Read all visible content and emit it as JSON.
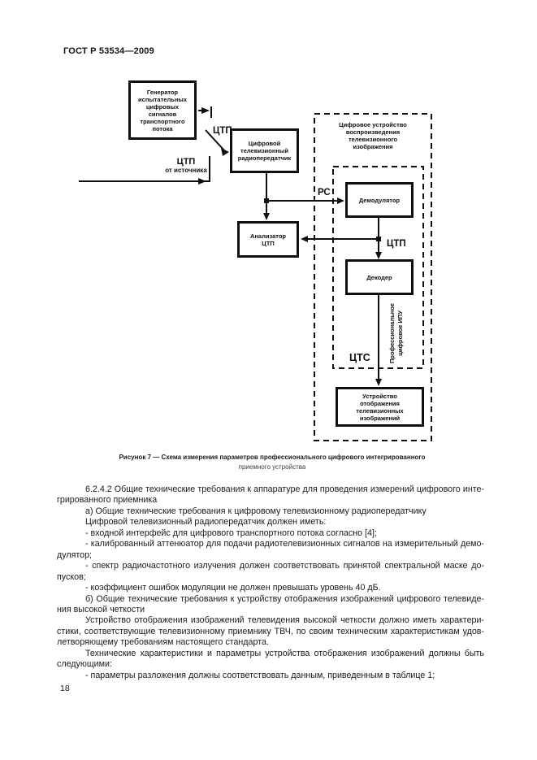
{
  "page": {
    "header": "ГОСТ Р 53534—2009",
    "page_number": "18"
  },
  "figure": {
    "boxes": {
      "generator": "Генератор\nиспытательных\nцифровых\nсигналов\nтранспортного\nпотока",
      "transmitter": "Цифровой\nтелевизионный\nрадиопередатчик",
      "analyzer": "Анализатор\nЦТП",
      "demodulator": "Демодулятор",
      "decoder": "Декодер",
      "display": "Устройство\nотображения\nтелевизионных\nизображений",
      "playback_device": "Цифровое устройство\nвоспроизведения\nтелевизионного\nизображения"
    },
    "labels": {
      "ctp_switch": "ЦТП",
      "source_line1": "ЦТП",
      "source_line2": "от источника",
      "rs": "РС",
      "ctp_decoder": "ЦТП",
      "cts": "ЦТС",
      "ipu_vertical": "Профессиональное\nцифровое ИПУ"
    },
    "caption_line1": "Рисунок 7 — Схема измерения параметров профессионального цифрового интегрированного",
    "caption_line2": "приемного устройства"
  },
  "body": {
    "paragraphs": [
      [
        "6.2.4.2 Общие технические требования к аппаратуре для проведения измерений цифрового инте-",
        "грированного приемника"
      ],
      [
        "а) Общие технические требования к цифровому телевизионному радиопередатчику"
      ],
      [
        "Цифровой телевизионный радиопередатчик должен иметь:"
      ],
      [
        "- входной интерфейс для цифрового транспортного потока согласно [4];"
      ],
      [
        "- калиброванный аттенюатор для подачи радиотелевизионных сигналов на измерительный демо-",
        "дулятор;"
      ],
      [
        "- спектр радиочастотного излучения должен соответствовать принятой спектральной маске до-",
        "пусков;"
      ],
      [
        "- коэффициент ошибок модуляции не должен превышать уровень 40 дБ."
      ],
      [
        "б) Общие технические требования к устройству отображения изображений цифрового телевиде-",
        "ния высокой четкости"
      ],
      [
        "Устройство отображения изображений телевидения высокой четкости должно иметь характери-",
        "стики, соответствующие телевизионному приемнику ТВЧ, по своим техническим характеристикам удов-",
        "летворяющему требованиям настоящего стандарта."
      ],
      [
        "Технические характеристики и параметры устройства отображения изображений должны быть",
        "следующими:"
      ],
      [
        "- параметры разложения должны соответствовать данным, приведенным в таблице 1;"
      ]
    ]
  }
}
